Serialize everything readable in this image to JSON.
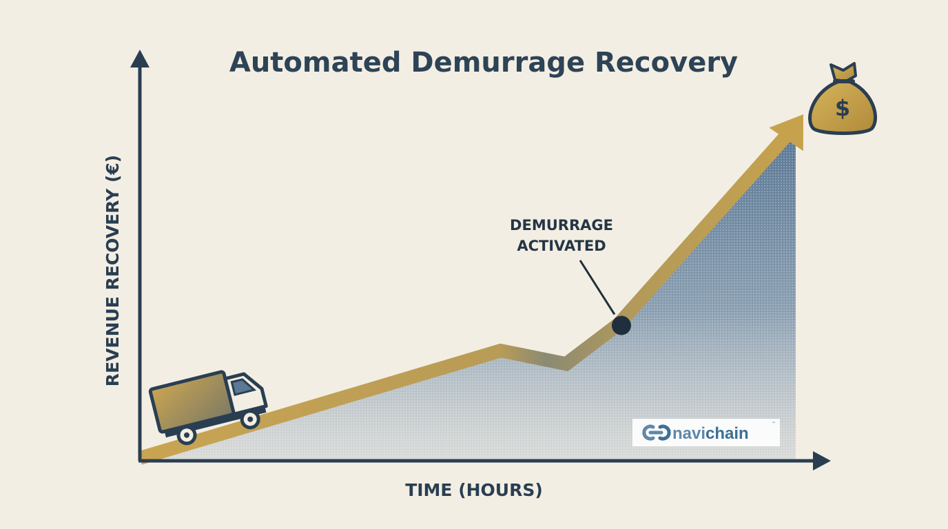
{
  "chart_data": {
    "type": "area",
    "title": "Automated Demurrage Recovery",
    "xlabel": "TIME (HOURS)",
    "ylabel": "REVENUE RECOVERY (€)",
    "x": [
      0,
      0.55,
      0.65,
      0.73,
      1.0
    ],
    "series": [
      {
        "values": [
          0,
          0.32,
          0.28,
          0.4,
          1.0
        ]
      }
    ],
    "xlim": [
      0,
      1.05
    ],
    "ylim": [
      0,
      1.2
    ],
    "grid": false,
    "annotations": [
      {
        "text_lines": [
          "DEMURRAGE",
          "ACTIVATED"
        ],
        "x": 0.73,
        "y": 0.4
      }
    ],
    "colors": {
      "area": "#5b7894",
      "trend_arrow": "#c3a14e",
      "axis": "#2a3e52",
      "background": "#f3eee3"
    },
    "icons": [
      "truck-icon",
      "money-bag-icon"
    ]
  },
  "branding": {
    "logo_text_1": "navi",
    "logo_text_2": "chain",
    "logo_tm": "™",
    "logo_color_1": "#5f88a8",
    "logo_color_2": "#3a6f96"
  },
  "money_bag": {
    "symbol": "$"
  }
}
